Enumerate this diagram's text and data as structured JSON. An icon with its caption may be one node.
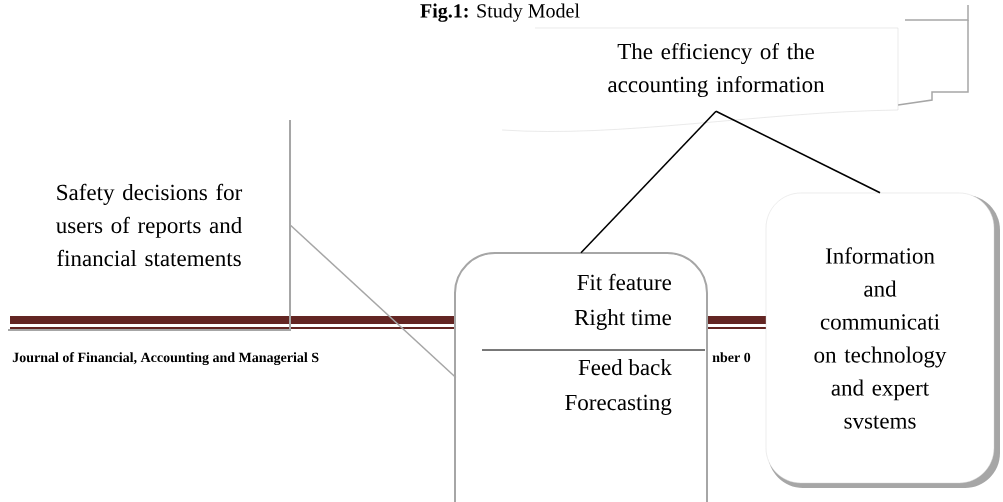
{
  "diagram": {
    "title": "**Fig.1:** Study Model",
    "nodes": [
      {
        "text": [
          "The efficiency of the accounting information"
        ]
      },
      {
        "text": [
          "Safety decisions for users of reports and financial statements"
        ]
      },
      {
        "text": [
          "Fit feature",
          "Right time",
          "Feed back",
          "Forecasting"
        ]
      },
      {
        "text": [
          "Information and communicati on technology and expert svstems"
        ]
      }
    ],
    "edges": [
      {
        "from": 0,
        "to": 2,
        "arrow": "none"
      },
      {
        "from": 0,
        "to": 3,
        "arrow": "none"
      },
      {
        "from": 1,
        "to": 2,
        "arrow": "none",
        "color": "#a6a6a6"
      }
    ],
    "labels": [
      "Journal of Financial, Accounting and Managerial S",
      "nber 0"
    ]
  }
}
